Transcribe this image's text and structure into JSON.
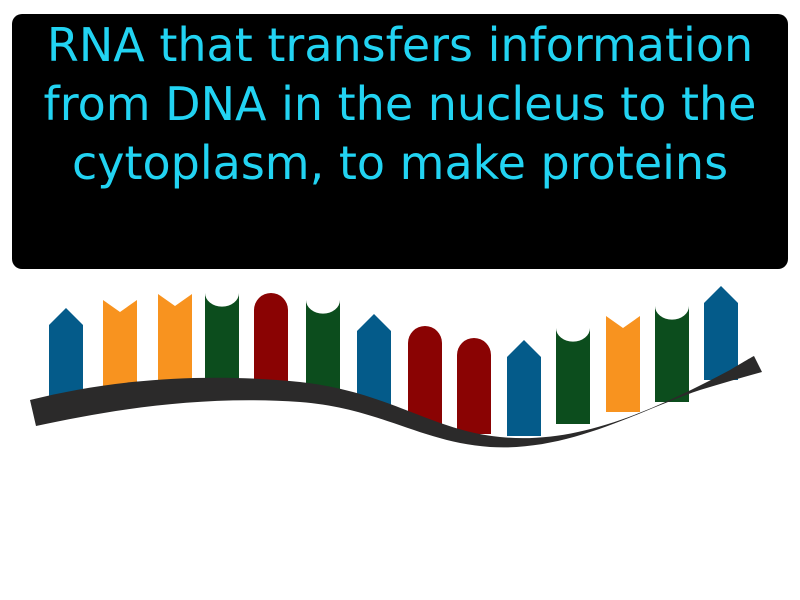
{
  "definition": {
    "text": "RNA that transfers information from DNA in the nucleus to the cytoplasm, to make proteins",
    "text_color": "#22d3f2",
    "background_color": "#000000"
  },
  "illustration": {
    "backbone_color": "#2b2a2a",
    "base_colors": {
      "blue": "#045b8a",
      "orange": "#f8931f",
      "green": "#0c4d1d",
      "red": "#8a0303"
    },
    "bases": [
      "blue",
      "orange",
      "orange",
      "green",
      "red",
      "green",
      "blue",
      "red",
      "red",
      "blue",
      "green",
      "orange",
      "green",
      "blue"
    ]
  }
}
